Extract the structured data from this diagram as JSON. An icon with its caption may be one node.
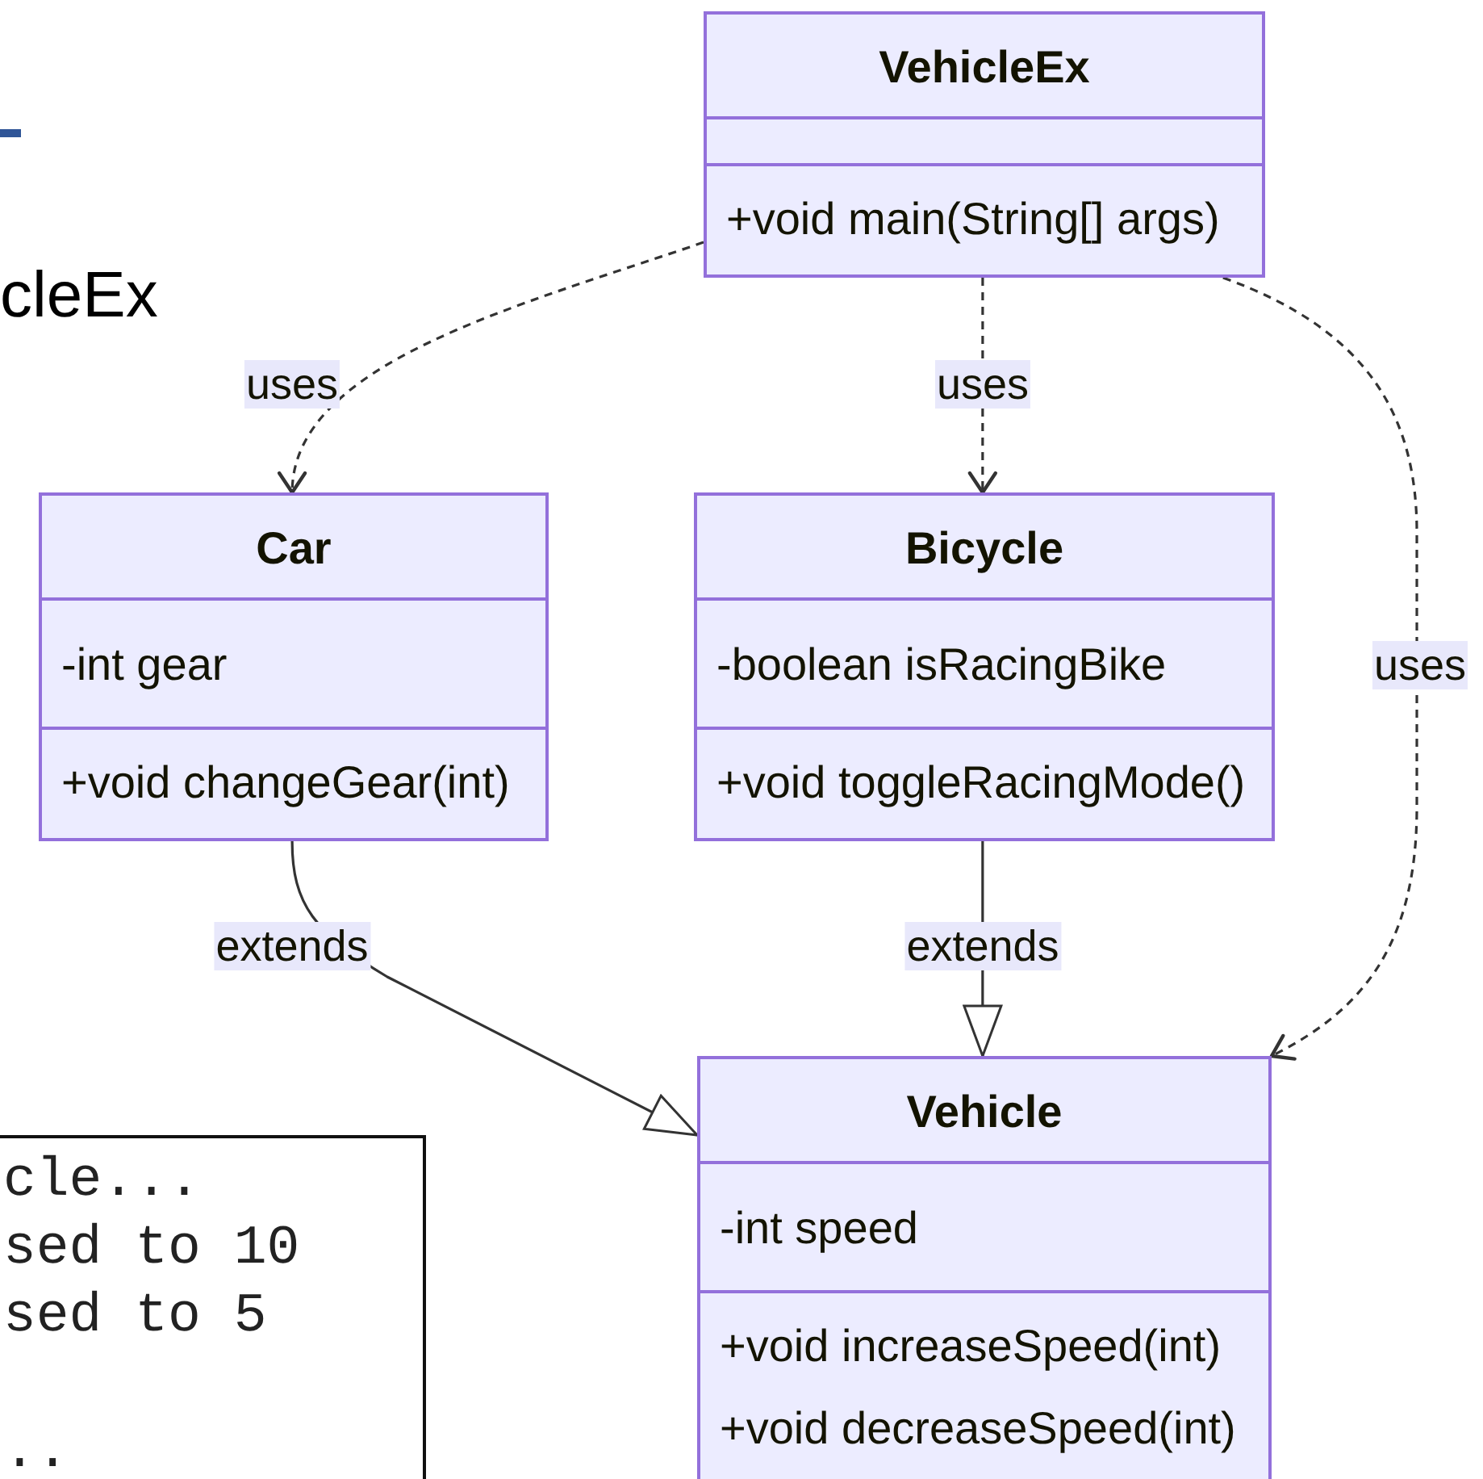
{
  "diagram": {
    "nodes": [
      {
        "text": [
          "VehicleEx",
          "+void main(String[] args)"
        ]
      },
      {
        "text": [
          "Car",
          "-int gear",
          "+void changeGear(int)"
        ]
      },
      {
        "text": [
          "Bicycle",
          "-boolean isRacingBike",
          "+void toggleRacingMode()"
        ]
      },
      {
        "text": [
          "Vehicle",
          "-int speed",
          "+void increaseSpeed(int)",
          "+void decreaseSpeed(int)"
        ]
      },
      {
        "text": [
          "cle...",
          "sed to 10",
          "sed to 5",
          ".."
        ]
      }
    ],
    "edges": [
      {
        "from": 0,
        "to": 1,
        "arrow": "to",
        "label": "uses",
        "style": "dashed"
      },
      {
        "from": 0,
        "to": 2,
        "arrow": "to",
        "label": "uses",
        "style": "dashed"
      },
      {
        "from": 0,
        "to": 3,
        "arrow": "to",
        "label": "uses",
        "style": "dashed"
      },
      {
        "from": 1,
        "to": 3,
        "arrow": "to",
        "label": "extends"
      },
      {
        "from": 2,
        "to": 3,
        "arrow": "to",
        "label": "extends"
      }
    ],
    "labels": [
      "cleEx"
    ]
  }
}
